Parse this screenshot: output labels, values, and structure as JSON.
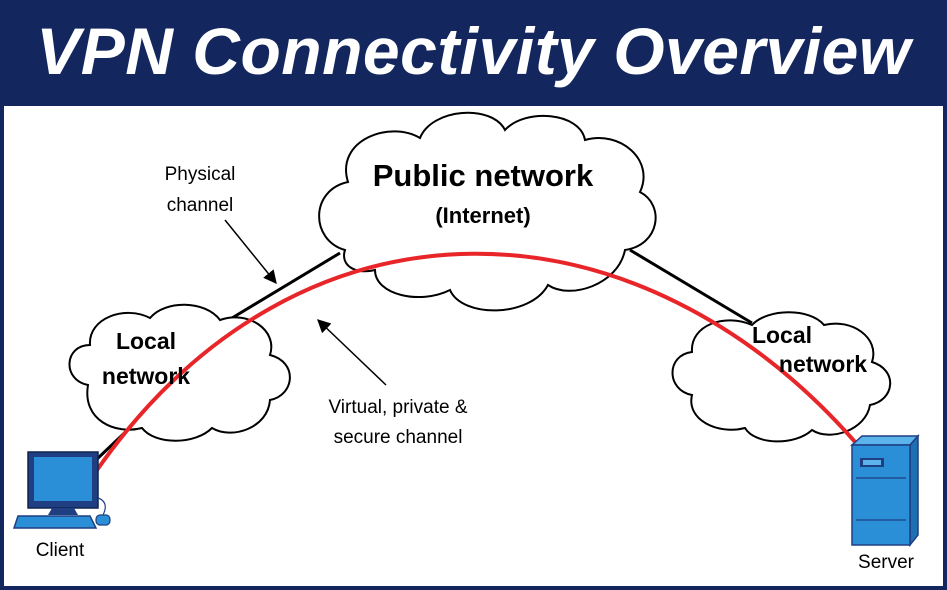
{
  "title": "VPN Connectivity Overview",
  "colors": {
    "banner": "#13275e",
    "vpn_channel": "#e8262a",
    "device_blue": "#2a8fd6"
  },
  "clouds": {
    "public": {
      "line1": "Public network",
      "line2": "(Internet)"
    },
    "local_left": {
      "line1": "Local",
      "line2": "network"
    },
    "local_right": {
      "line1": "Local",
      "line2": "network"
    }
  },
  "annotations": {
    "physical": {
      "line1": "Physical",
      "line2": "channel"
    },
    "virtual": {
      "line1": "Virtual, private &",
      "line2": "secure channel"
    }
  },
  "devices": {
    "client": {
      "label": "Client",
      "icon": "desktop-computer-icon"
    },
    "server": {
      "label": "Server",
      "icon": "server-tower-icon"
    }
  }
}
